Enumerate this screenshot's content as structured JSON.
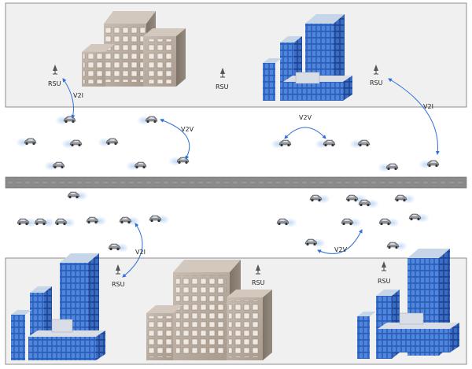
{
  "labels": {
    "rsu": "RSU",
    "v2i": "V2I",
    "v2v": "V2V"
  },
  "colors": {
    "zone_fill": "#f0f0f0",
    "zone_border": "#8c8c8c",
    "road": "#8a8a8a",
    "link": "#2f6fd6",
    "glass_blue": "#3a6fc8",
    "concrete": "#b9aca0"
  },
  "icons": [
    "rsu-antenna-icon",
    "car-icon",
    "office-building-icon",
    "glass-tower-icon"
  ]
}
